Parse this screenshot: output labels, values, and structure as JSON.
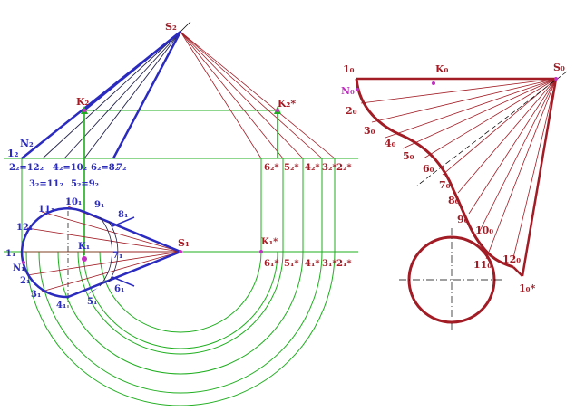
{
  "colors": {
    "blue": "#2b2bbf",
    "green": "#1fae1f",
    "maroon": "#a11c25",
    "magenta": "#c030c0"
  },
  "labels": {
    "s2": "S₂",
    "k2": "K₂",
    "k2star": "K₂*",
    "n2": "N₂",
    "one2": "1₂",
    "two2_12_2": "2₂=12₂",
    "four2_10_2": "4₂=10₂",
    "six2_8_2": "6₂=8₂",
    "seven2": "7₂",
    "three2_11_2": "3₂=11₂",
    "five2_9_2": "5₂=9₂",
    "six2star": "6₂*",
    "five2star": "5₂*",
    "four2star": "4₂*",
    "three2star": "3₂*",
    "two2star": "2₂*",
    "ten1": "10₁",
    "eleven1": "11₁",
    "nine1": "9₁",
    "eight1": "8₁",
    "twelve1": "12₁",
    "one1": "1₁",
    "k1": "K₁",
    "seven1": "7₁",
    "s1": "S₁",
    "n1": "N₁",
    "two1": "2₁",
    "three1": "3₁",
    "four1": "4₁",
    "five1": "5₁",
    "six1": "6₁",
    "k1star": "K₁*",
    "six1star": "6₁*",
    "five1star": "5₁*",
    "four1star": "4₁*",
    "three1star": "3₁*",
    "two1star": "2₁*",
    "one0": "1₀",
    "k0": "K₀",
    "s0": "S₀",
    "n0": "N₀",
    "two0": "2₀",
    "three0": "3₀",
    "four0": "4₀",
    "five0": "5₀",
    "six0": "6₀",
    "seven0": "7₀",
    "eight0": "8₀",
    "nine0": "9₀",
    "ten0": "10₀",
    "eleven0": "11₀",
    "twelve0": "12₀",
    "one0star": "1₀*"
  }
}
